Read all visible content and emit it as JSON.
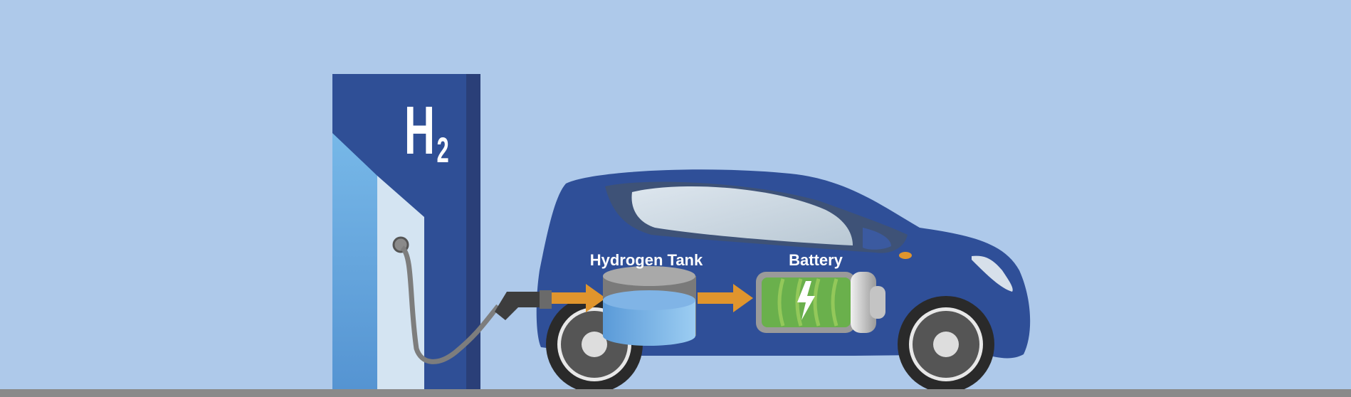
{
  "station": {
    "symbol": "H",
    "subscript": "2"
  },
  "labels": {
    "tank": "Hydrogen Tank",
    "battery": "Battery"
  },
  "colors": {
    "background": "#aec9ea",
    "station_blue": "#2f4f96",
    "car_blue": "#2f4f98",
    "arrow": "#e0952d",
    "battery_green": "#6ab04c",
    "ground": "#8a8a8a"
  }
}
